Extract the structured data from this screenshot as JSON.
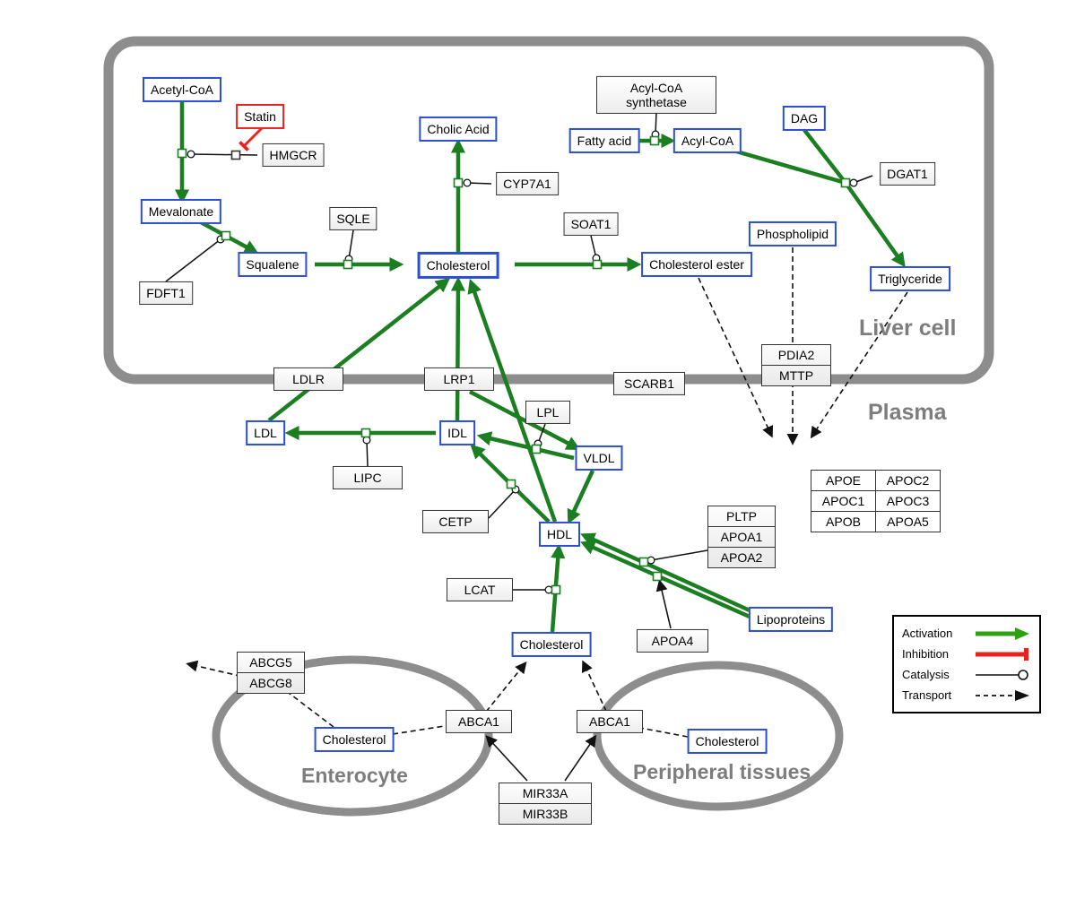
{
  "regions": {
    "liver_cell": "Liver cell",
    "plasma": "Plasma",
    "enterocyte": "Enterocyte",
    "peripheral_tissues": "Peripheral tissues"
  },
  "nodes": {
    "acetyl_coa": "Acetyl-CoA",
    "statin": "Statin",
    "hmgcr": "HMGCR",
    "mevalonate": "Mevalonate",
    "fdft1": "FDFT1",
    "squalene": "Squalene",
    "sqle": "SQLE",
    "cholesterol_liver": "Cholesterol",
    "cholic_acid": "Cholic Acid",
    "cyp7a1": "CYP7A1",
    "soat1": "SOAT1",
    "cholesterol_ester": "Cholesterol ester",
    "acyl_coa_synthetase": "Acyl-CoA synthetase",
    "fatty_acid": "Fatty acid",
    "acyl_coa": "Acyl-CoA",
    "dag": "DAG",
    "dgat1": "DGAT1",
    "phospholipid": "Phospholipid",
    "triglyceride": "Triglyceride",
    "ldlr": "LDLR",
    "lrp1": "LRP1",
    "scarb1": "SCARB1",
    "pdia2": "PDIA2",
    "mttp": "MTTP",
    "ldl": "LDL",
    "idl": "IDL",
    "lipc": "LIPC",
    "lpl": "LPL",
    "vldl": "VLDL",
    "cetp": "CETP",
    "hdl": "HDL",
    "lcat": "LCAT",
    "pltp": "PLTP",
    "apoa1": "APOA1",
    "apoa2": "APOA2",
    "apoa4": "APOA4",
    "lipoproteins": "Lipoproteins",
    "cholesterol_plasma": "Cholesterol",
    "abcg5": "ABCG5",
    "abcg8": "ABCG8",
    "cholesterol_enterocyte": "Cholesterol",
    "abca1_enterocyte": "ABCA1",
    "abca1_peripheral": "ABCA1",
    "cholesterol_peripheral": "Cholesterol",
    "mir33a": "MIR33A",
    "mir33b": "MIR33B"
  },
  "apo_table": [
    [
      "APOE",
      "APOC2"
    ],
    [
      "APOC1",
      "APOC3"
    ],
    [
      "APOB",
      "APOA5"
    ]
  ],
  "legend": {
    "activation": "Activation",
    "inhibition": "Inhibition",
    "catalysis": "Catalysis",
    "transport": "Transport"
  },
  "colors": {
    "activation_green": "#1b7e20",
    "inhibition_red": "#e8231f",
    "metabolite_border_blue": "#2a4fd0",
    "membrane_gray": "#8d8d8d"
  }
}
